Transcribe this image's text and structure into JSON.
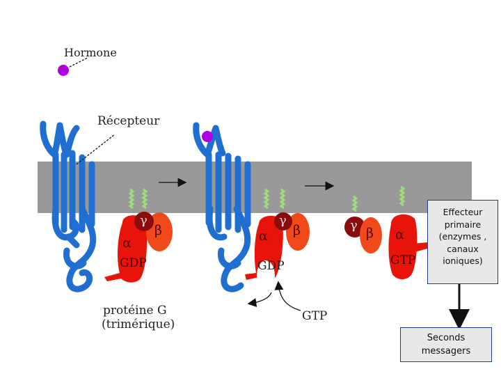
{
  "labels": {
    "hormone": "Hormone",
    "receptor": "Récepteur",
    "g_protein_line1": "protéine G",
    "g_protein_line2": "(trimérique)",
    "gtp_free": "GTP",
    "alpha": "α",
    "beta": "β",
    "gamma": "γ",
    "gdp": "GDP",
    "gtp": "GTP"
  },
  "effector_box": {
    "lines": [
      "Effecteur",
      "primaire",
      "(enzymes ,",
      "canaux",
      "ioniques)"
    ]
  },
  "messengers_box": {
    "lines": [
      "Seconds",
      "messagers"
    ]
  },
  "colors": {
    "membrane": "#999999",
    "receptor": "#1f6fd1",
    "alpha": "#e8140a",
    "beta": "#f04a1a",
    "gamma": "#8a0c0c",
    "hormone": "#b000e0",
    "lipid_anchor": "#9be07a",
    "box_border": "#1e3a8a",
    "box_fill": "#e8e8e8"
  }
}
